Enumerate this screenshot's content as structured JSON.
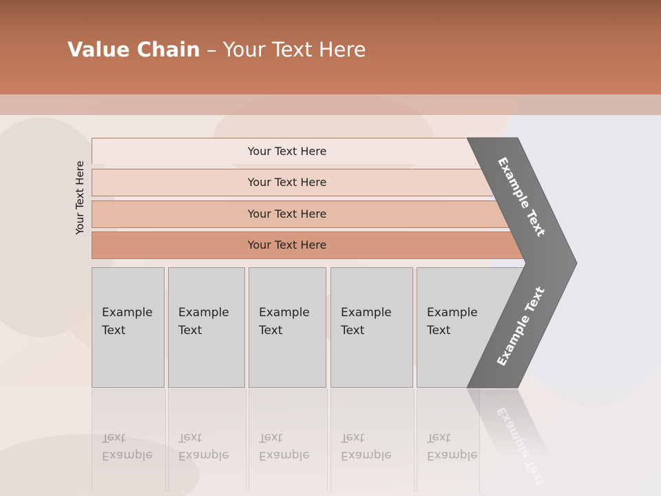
{
  "title": {
    "bold": "Value Chain",
    "rest": " – Your Text Here"
  },
  "side_label": "Your Text Here",
  "rows": [
    {
      "label": "Your Text Here",
      "color": "#f3e5e0"
    },
    {
      "label": "Your Text Here",
      "color": "#efd3c7"
    },
    {
      "label": "Your Text Here",
      "color": "#e5bca8"
    },
    {
      "label": "Your Text Here",
      "color": "#d69a80"
    }
  ],
  "columns": [
    {
      "label": "Example\nText"
    },
    {
      "label": "Example\nText"
    },
    {
      "label": "Example\nText"
    },
    {
      "label": "Example\nText"
    },
    {
      "label": "Example\nText"
    }
  ],
  "chevron": {
    "upper_label": "Example Text",
    "lower_label": "Example Text",
    "color": "#7b7b7b"
  },
  "colors": {
    "header": "#c98060",
    "column_fill": "#d3d3d3"
  }
}
